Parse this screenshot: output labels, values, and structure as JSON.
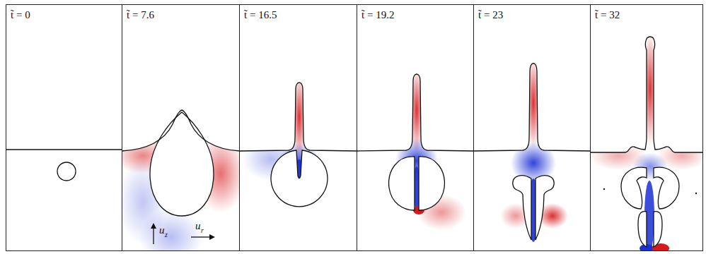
{
  "diagram": {
    "nodes": [
      {
        "text": [
          "t̃ = 0"
        ]
      },
      {
        "text": [
          "t̃ = 7.6",
          "u",
          "z",
          "u",
          "r"
        ]
      },
      {
        "text": [
          "t̃ = 16.5"
        ]
      },
      {
        "text": [
          "t̃ = 19.2"
        ]
      },
      {
        "text": [
          "t̃ = 23"
        ]
      },
      {
        "text": [
          "t̃ = 32"
        ]
      }
    ]
  }
}
